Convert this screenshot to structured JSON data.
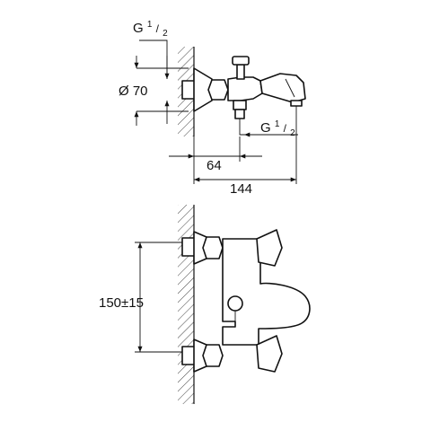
{
  "dimensions": {
    "top_thread": "G",
    "top_thread_num": "1",
    "top_thread_den": "2",
    "diameter": "Ø 70",
    "outlet_thread": "G",
    "outlet_thread_num": "1",
    "outlet_thread_den": "2",
    "depth_short": "64",
    "depth_total": "144",
    "spacing": "150±15"
  }
}
